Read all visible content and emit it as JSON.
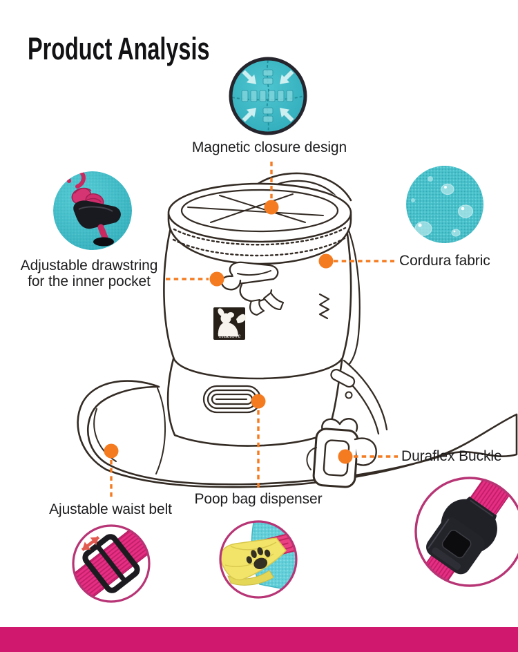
{
  "title": "Product Analysis",
  "illustration": {
    "brand_logo": "Truelove"
  },
  "callouts": {
    "magnetic": {
      "label": "Magnetic closure design"
    },
    "drawstring": {
      "line1": "Adjustable drawstring",
      "line2": "for the inner pocket"
    },
    "cordura": {
      "label": "Cordura fabric"
    },
    "duraflex": {
      "label": "Duraflex Buckle"
    },
    "poop_bag": {
      "label": "Poop bag dispenser"
    },
    "waist_belt": {
      "label": "Ajustable waist belt"
    }
  },
  "colors": {
    "accent_orange": "#f47b20",
    "teal_fabric": "#3fbfca",
    "magenta_ring": "#b73475",
    "pink_strap": "#e62e84",
    "yellow_bag": "#f1e468",
    "line_art": "#332b24",
    "text": "#1c1c1e",
    "bottom_bar": "#d0186e"
  }
}
